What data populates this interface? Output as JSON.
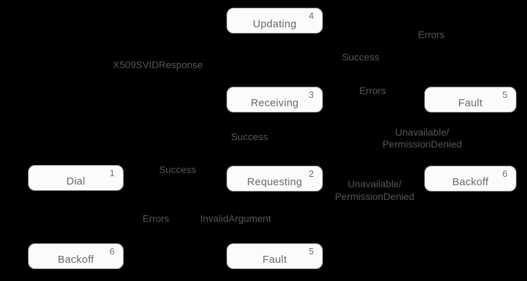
{
  "diagram": {
    "type": "state-machine",
    "colors": {
      "background": "#000000",
      "node_fill": "#fbfbfb",
      "node_border": "#8e8e8e",
      "node_text": "#686868",
      "edge_label_text": "#575757"
    },
    "nodes": {
      "updating": {
        "label": "Updating",
        "number": "4"
      },
      "receiving": {
        "label": "Receiving",
        "number": "3"
      },
      "fault_right": {
        "label": "Fault",
        "number": "5"
      },
      "dial": {
        "label": "Dial",
        "number": "1"
      },
      "requesting": {
        "label": "Requesting",
        "number": "2"
      },
      "backoff_right": {
        "label": "Backoff",
        "number": "6"
      },
      "backoff_left": {
        "label": "Backoff",
        "number": "6"
      },
      "fault_bottom": {
        "label": "Fault",
        "number": "5"
      }
    },
    "edge_labels": {
      "errors_top": {
        "text": "Errors"
      },
      "success_top": {
        "text": "Success"
      },
      "x509svidresponse": {
        "text": "X509SVIDResponse"
      },
      "errors_mid": {
        "text": "Errors"
      },
      "success_mid": {
        "text": "Success"
      },
      "unavailable_right": {
        "line1": "Unavailable/",
        "line2": "PermissionDenied"
      },
      "success_left": {
        "text": "Success"
      },
      "unavailable_mid": {
        "line1": "Unavailable/",
        "line2": "PermissionDenied"
      },
      "errors_bottom": {
        "text": "Errors"
      },
      "invalidargument": {
        "text": "InvalidArgument"
      }
    }
  }
}
